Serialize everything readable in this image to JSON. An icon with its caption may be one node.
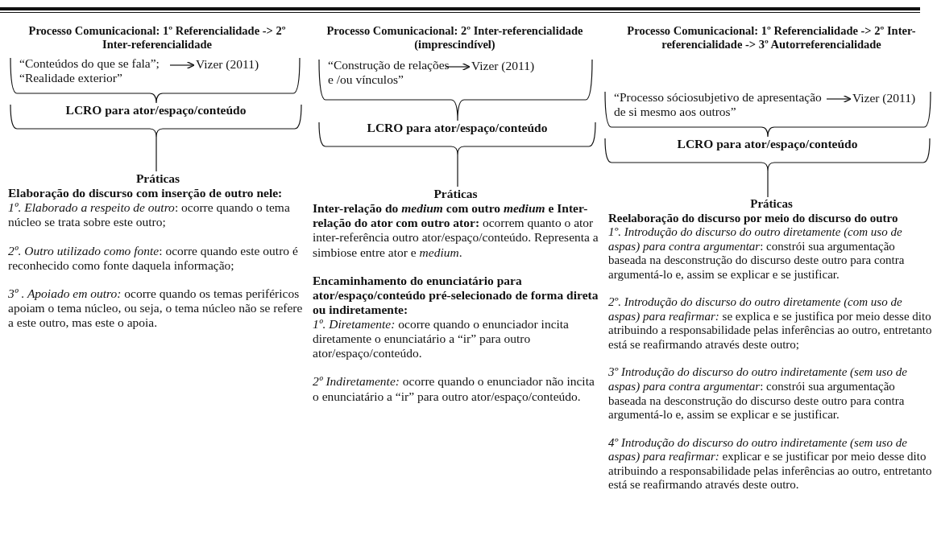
{
  "diagram": {
    "nodes": [
      {
        "text": [
          "“Conteúdos do que se fala”; “Realidade exterior”"
        ]
      },
      {
        "text": [
          "Vizer (2011)"
        ]
      },
      {
        "text": [
          "LCRO para ator/espaço/conteúdo"
        ]
      },
      {
        "text": [
          "Práticas",
          "**Elaboração do discurso com inserção de outro nele:**",
          "*1º. Elaborado a respeito de outro*: ocorre quando o tema núcleo se trata sobre este outro;",
          "*2º. Outro utilizado como fonte*: ocorre quando este outro é reconhecido como fonte daquela informação;",
          "*3º . Apoiado em outro:* ocorre quando os temas periféricos apoiam o tema núcleo, ou seja, o tema núcleo não se refere a este outro, mas este o apoia."
        ]
      },
      {
        "text": [
          "“Construção de relações e /ou vínculos”"
        ]
      },
      {
        "text": [
          "Vizer (2011)"
        ]
      },
      {
        "text": [
          "LCRO para ator/espaço/conteúdo"
        ]
      },
      {
        "text": [
          "Práticas",
          "**Inter-relação do *medium* com outro *medium* e Inter-relação do ator com outro ator:** ocorrem quanto o ator inter-referência outro ator/espaço/conteúdo. Representa a simbiose entre ator e *medium*.",
          "**Encaminhamento do enunciatário para ator/espaço/conteúdo pré-selecionado de forma direta ou indiretamente:**",
          "*1º. Diretamente:* ocorre quando o enunciador incita diretamente o enunciatário a “ir” para outro ator/espaço/conteúdo.",
          "*2º Indiretamente:* ocorre quando o enunciador não incita o enunciatário a “ir” para outro ator/espaço/conteúdo."
        ]
      },
      {
        "text": [
          "“Processo sóciosubjetivo de apresentação de si mesmo aos outros”"
        ]
      },
      {
        "text": [
          "Vizer (2011)"
        ]
      },
      {
        "text": [
          "LCRO para ator/espaço/conteúdo"
        ]
      },
      {
        "text": [
          "Práticas",
          "**Reelaboração do discurso por meio do discurso do outro**",
          "*1º. Introdução do discurso do outro diretamente (com uso de aspas) para contra argumentar*: constrói sua argumentação baseada na desconstrução do discurso deste outro para contra argumentá-lo e, assim se explicar e se justificar.",
          "*2º. Introdução do discurso do outro diretamente (com uso de aspas) para reafirmar:* se explica e se justifica por meio desse dito atribuindo a responsabilidade pelas inferências ao outro, entretanto está se reafirmando através deste outro;",
          "*3º Introdução do discurso do outro indiretamente (sem uso de aspas) para contra argumentar*: constrói sua argumentação baseada na desconstrução do discurso deste outro para contra argumentá-lo e, assim se explicar e se justificar.",
          "*4º Introdução do discurso do outro indiretamente (sem uso de aspas) para reafirmar:* explicar e se justificar por meio desse dito atribuindo a responsabilidade pelas inferências ao outro, entretanto está se reafirmando através deste outro."
        ]
      }
    ],
    "edges": [
      {
        "from": 0,
        "to": 1,
        "arrow": "to"
      },
      {
        "from": 0,
        "to": 2,
        "arrow": "none"
      },
      {
        "from": 2,
        "to": 3,
        "arrow": "none"
      },
      {
        "from": 4,
        "to": 5,
        "arrow": "to"
      },
      {
        "from": 4,
        "to": 6,
        "arrow": "none"
      },
      {
        "from": 6,
        "to": 7,
        "arrow": "none"
      },
      {
        "from": 8,
        "to": 9,
        "arrow": "to"
      },
      {
        "from": 8,
        "to": 10,
        "arrow": "none"
      },
      {
        "from": 10,
        "to": 11,
        "arrow": "none"
      }
    ],
    "labels": [
      "Processo Comunicacional: 1º Referencialidade -> 2º Inter-referencialidade",
      "Processo Comunicacional: 2º Inter-referencialidade (imprescindível)",
      "Processo Comunicacional: 1º Referencialidade -> 2º Inter-referencialidade -> 3º Autorreferencialidade"
    ]
  }
}
